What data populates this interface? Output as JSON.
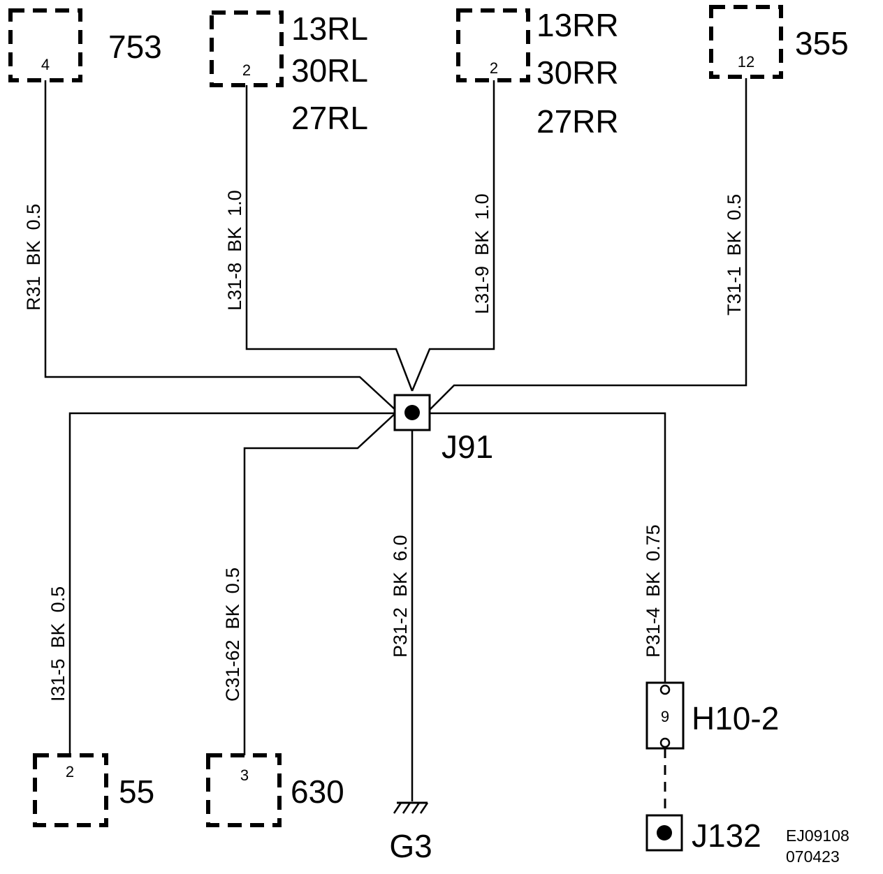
{
  "connectors": {
    "c753": {
      "name": "753",
      "pin": "4"
    },
    "c13rl": {
      "names": [
        "13RL",
        "30RL",
        "27RL"
      ],
      "pin": "2"
    },
    "c13rr": {
      "names": [
        "13RR",
        "30RR",
        "27RR"
      ],
      "pin": "2"
    },
    "c355": {
      "name": "355",
      "pin": "12"
    },
    "c55": {
      "name": "55",
      "pin": "2"
    },
    "c630": {
      "name": "630",
      "pin": "3"
    }
  },
  "junctions": {
    "j91": "J91",
    "j132": "J132"
  },
  "inline_connector": {
    "name": "H10-2",
    "pin": "9"
  },
  "ground": "G3",
  "wires": {
    "r31": "R31  BK  0.5",
    "l31_8": "L31-8  BK  1.0",
    "l31_9": "L31-9  BK  1.0",
    "t31_1": "T31-1  BK  0.5",
    "i31_5": "I31-5  BK  0.5",
    "c31_62": "C31-62  BK  0.5",
    "p31_2": "P31-2  BK  6.0",
    "p31_4": "P31-4  BK  0.75"
  },
  "diagram_code": [
    "EJ09108",
    "070423"
  ]
}
